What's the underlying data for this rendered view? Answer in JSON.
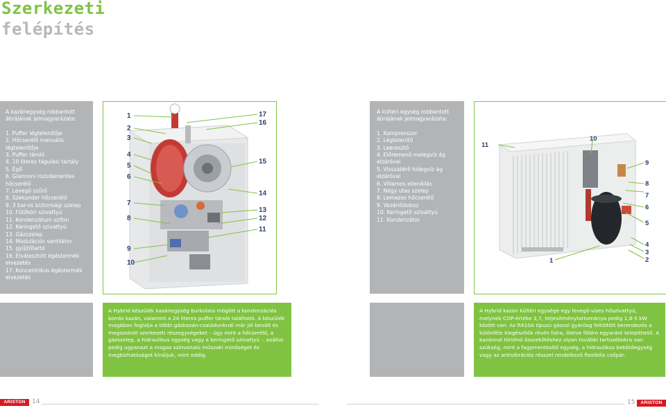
{
  "header": {
    "title_line1": "Szerkezeti",
    "title_line2": "felépítés"
  },
  "left_legend": {
    "heading": "A kazánegység robbantott ábrájának jelmagyarázata:",
    "items": [
      "1. Puffer légtelenítője",
      "2. Hőcserélő manuális légtelenítője",
      "3. Puffer tároló",
      "4. 10 literes tágulási tartály",
      "5. Égő",
      "6. Giannoni rozsdamentes hőcserélő",
      "7. Levegő szűrő",
      "8. Szekunder hőcserélő",
      "9. 3 bar-os biztonsági szelep",
      "10. Fűtőköri szivattyú",
      "11. Kondenzátum szifon",
      "12. Keringető szivattyú",
      "13. Gázszelep",
      "14. Modulációs ventilátor",
      "15. gyűjtőtartó",
      "16. Elválasztott égéstermék elvezetés",
      "17. Koncentrikus égéstermék elvezetés"
    ]
  },
  "boiler_callouts": {
    "left": [
      "1",
      "2",
      "3",
      "4",
      "5",
      "6",
      "7",
      "8",
      "9",
      "10"
    ],
    "right": [
      "17",
      "16",
      "15",
      "14",
      "13",
      "12",
      "11"
    ]
  },
  "right_legend": {
    "heading": "A kültéri egység robbantott ábrájának jelmagyarázata:",
    "items": [
      "1. Kompresszor",
      "2. Légtelenítő",
      "3. Leeresztő",
      "4. Előremenő melegvíz ág elzáróval",
      "5. Visszatérő hidegvíz ág elzáróval",
      "6. Villamos ellenállás",
      "7. Négy utas szelep",
      "8. Lemezes hőcserélő",
      "9. Vezérlődoboz",
      "10. Keringető szivattyú",
      "11. Kondenzátor"
    ]
  },
  "outdoor_callouts": {
    "n11": "11",
    "n10": "10",
    "n9": "9",
    "n8": "8",
    "n7": "7",
    "n6": "6",
    "n5": "5",
    "n4": "4",
    "n3": "3",
    "n2": "2",
    "n1": "1"
  },
  "descriptions": {
    "boiler": "A Hybrid készülék kazánegység burkolata mögött a kondenzációs kombi kazán, valamint a 24 literes puffer tároló található. A készülék magában foglalja a többi gázkazán-családunknál már jól bevált és megszokott szerkezeti részegységeket – úgy mint a hőcserélő, a gázszelep, a hidraulikus egység vagy a keringető szivattyú -, ezáltal pedig ugyanazt a magas színvonalú műszaki minőséget és megbízhatóságot kínáljuk, mint eddig.",
    "outdoor": "A Hybrid kazán kültéri egysége egy levegő-vizes hőszivattyú, melynek COP-értéke 3,7, teljesítménytartománya pedig 1,8-5 kW között van. Az R410A típusú gázzal gyárilag feltöltött berendezés a különféle kiegészítők révén falra, illetve földre egyaránt telepíthető. A kazánnal történő összekötéshez olyan további tartozékokra van szükség, mint a fagymentesítő egység, a hidraulikus bekötőegység vagy az antivibrációs résszel rendelkező flexibilis csőpár."
  },
  "footer": {
    "brand": "ARISTON",
    "page_left": "14",
    "page_right": "15"
  },
  "colors": {
    "green": "#80c342",
    "grey_panel": "#b2b4b6",
    "callout": "#2c3f6b",
    "brand_red": "#d71920"
  }
}
